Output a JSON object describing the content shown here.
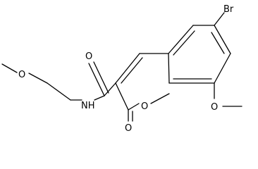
{
  "molecule": {
    "atoms": {
      "br": "Br",
      "o_methoxy_chain": "O",
      "nh": "NH",
      "o_amide": "O",
      "o_ring": "O",
      "o_lactone": "O",
      "o_methoxy_ring": "O"
    }
  },
  "colors": {
    "bond": "#000000",
    "label": "#000000",
    "background": "#ffffff"
  }
}
